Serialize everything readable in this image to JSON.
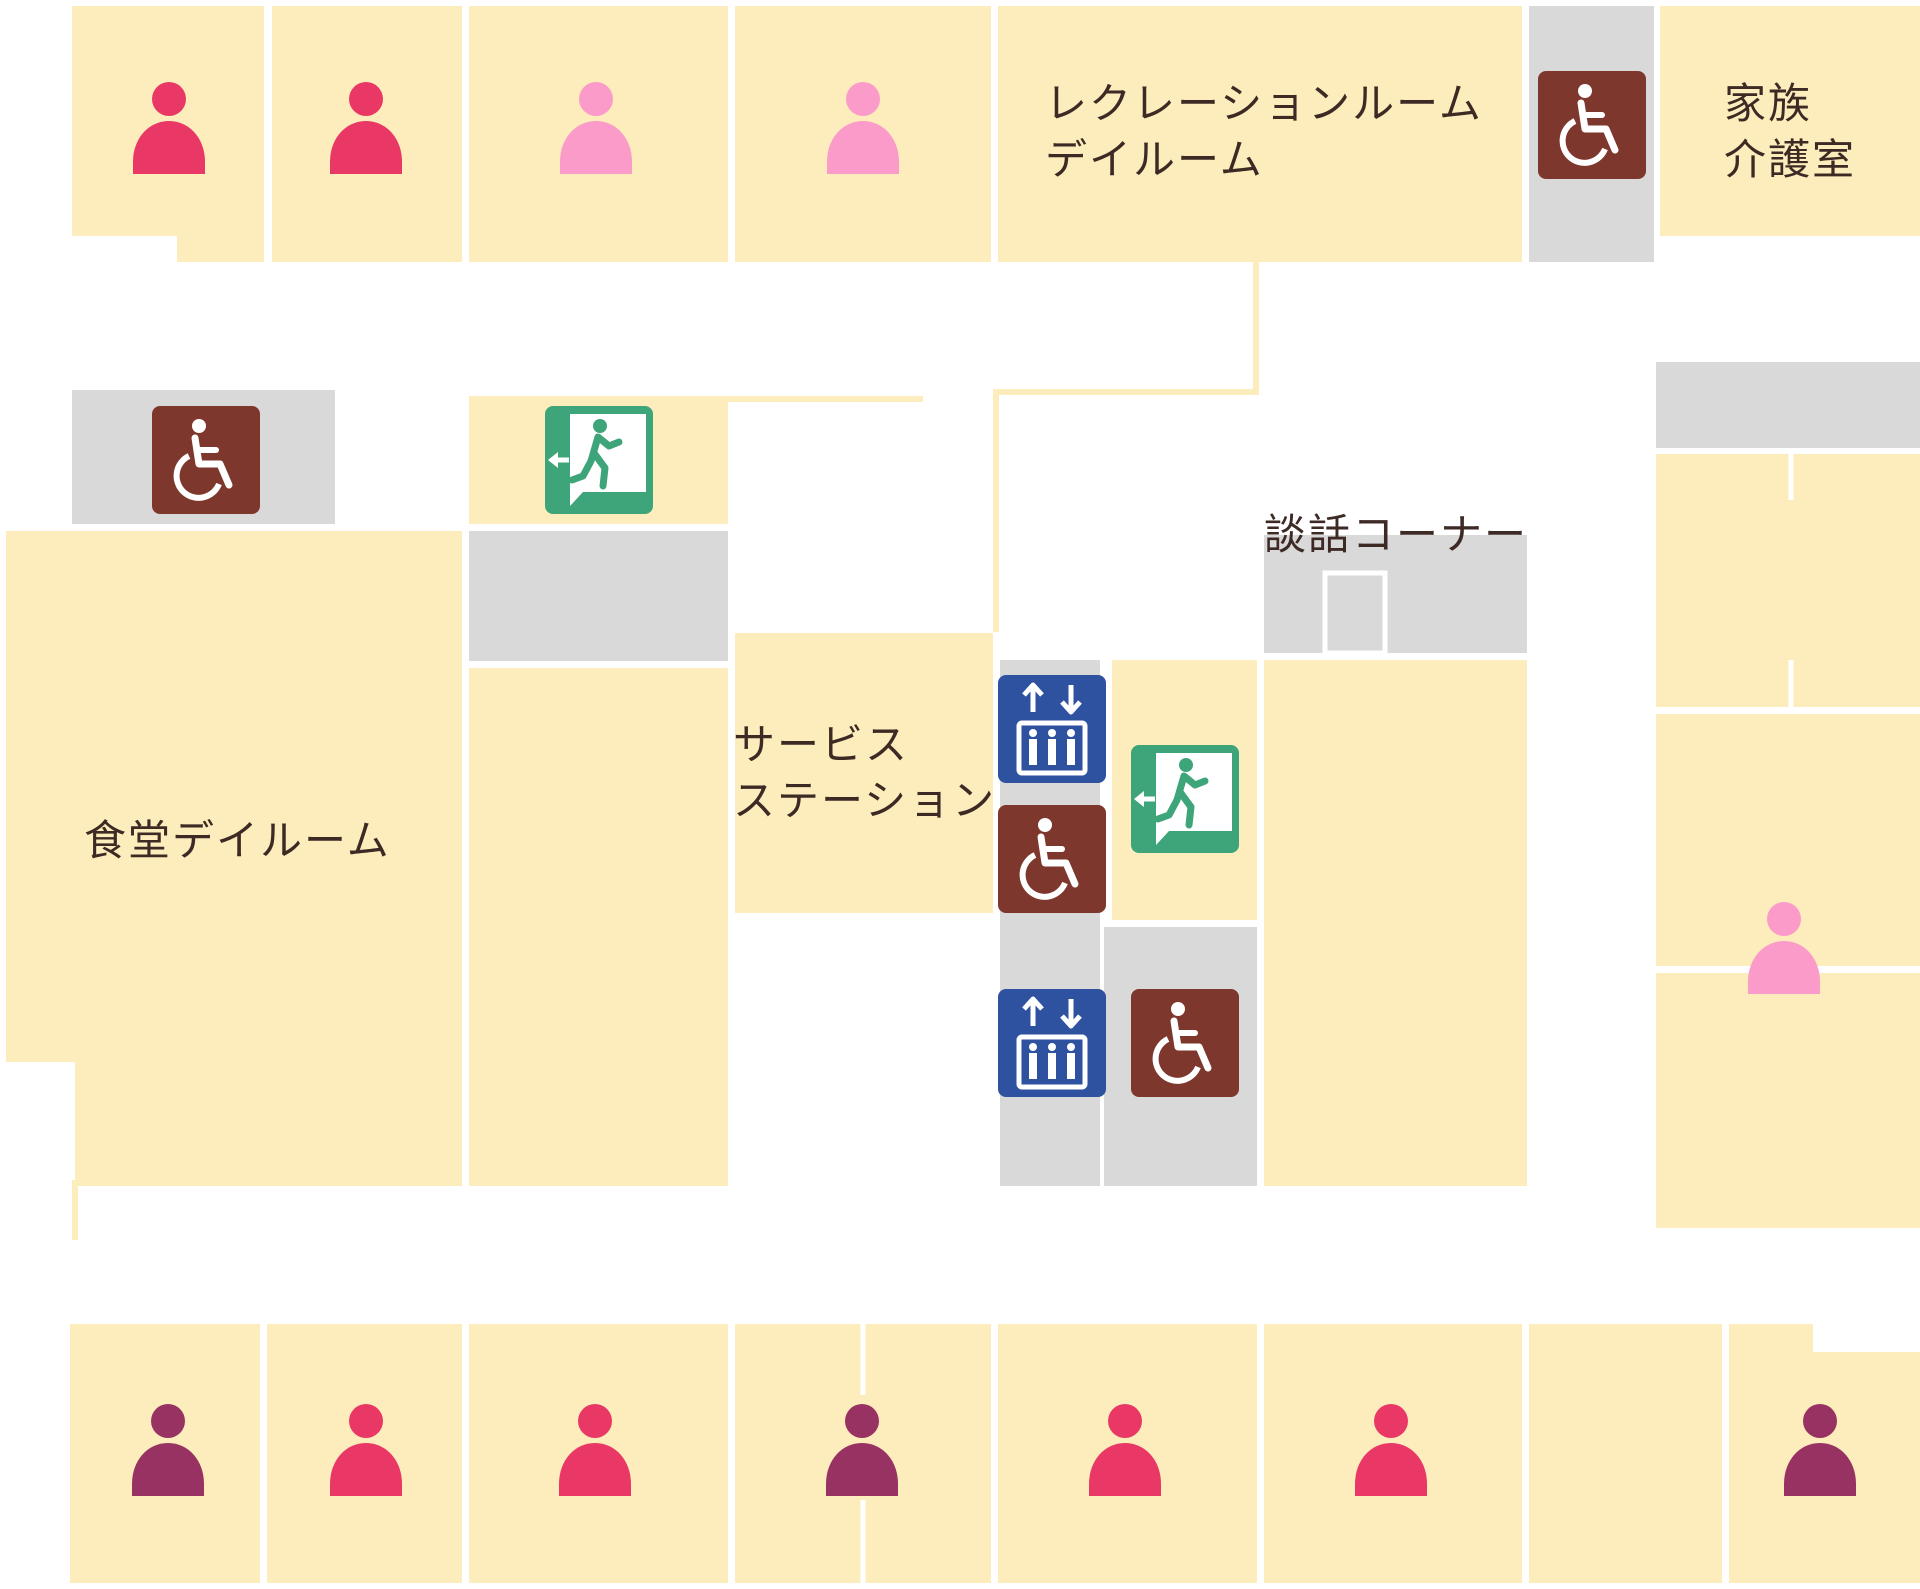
{
  "floor_map": {
    "colors": {
      "room": "#fdedbc",
      "utility": "#d9d9d9",
      "wall": "#ffffff",
      "corridor_line": "#fdedbc",
      "text": "#3d2a24",
      "restroom_sign": "#7e372d",
      "exit_sign": "#3ea57a",
      "elevator_sign": "#2f52a0",
      "resident_red": "#e93866",
      "resident_pink": "#fb9bca",
      "resident_purple": "#973262"
    },
    "labels": {
      "recreation_room": "レクレーションルーム",
      "day_room_top": "デイルーム",
      "family_room_1": "家族",
      "family_room_2": "介護室",
      "chat_corner": "談話コーナー",
      "service_station_1": "サービス",
      "service_station_2": "ステーション",
      "dining_day_room": "食堂デイルーム"
    },
    "icons": {
      "restroom": "wheelchair-accessible-icon",
      "exit": "emergency-exit-icon",
      "elevator": "elevator-icon",
      "person": "person-icon"
    },
    "resident_rooms": {
      "top": [
        "red",
        "red",
        "pink",
        "pink"
      ],
      "right": [
        "pink"
      ],
      "bottom": [
        "purple",
        "red",
        "red",
        "purple",
        "red",
        "red",
        "purple"
      ]
    }
  }
}
